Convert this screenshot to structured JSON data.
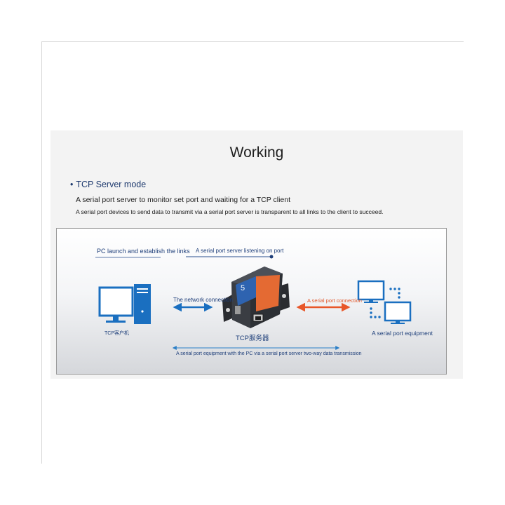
{
  "slide": {
    "title": "Working",
    "bullet": "TCP Server mode",
    "subtitle": "A serial port server to monitor set port and waiting for a TCP client",
    "description": "A serial port devices to send data to transmit via a serial port server is transparent to all links to the client to succeed."
  },
  "diagram": {
    "pc_launch": "PC launch and establish the links",
    "server_listening": "A serial port server listening on port",
    "network_connection": "The network connection",
    "serial_connection": "A serial port connection",
    "client_label": "TCP客户机",
    "server_label": "TCP服务器",
    "equipment_label": "A serial port equipment",
    "bottom_caption": "A serial port equipment with the PC via a serial port server two-way data transmission",
    "device_number": "5"
  },
  "colors": {
    "blue": "#1a6fc0",
    "orange": "#e8572a",
    "navy": "#1f3f7a"
  }
}
